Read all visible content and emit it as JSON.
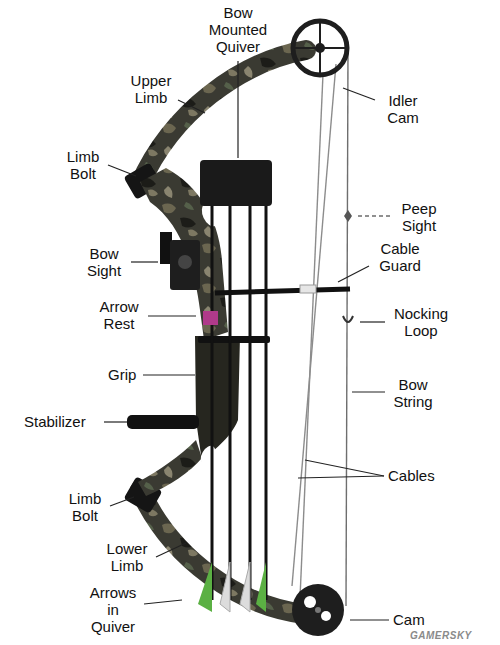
{
  "diagram": {
    "labels": [
      "Bow Mounted Quiver",
      "Upper Limb",
      "Idler Cam",
      "Limb Bolt",
      "Peep Sight",
      "Cable Guard",
      "Bow Sight",
      "Nocking Loop",
      "Arrow Rest",
      "Grip",
      "Bow String",
      "Stabilizer",
      "Cables",
      "Limb Bolt",
      "Lower Limb",
      "Arrows in Quiver",
      "Cam",
      "GAMERSKY"
    ]
  }
}
